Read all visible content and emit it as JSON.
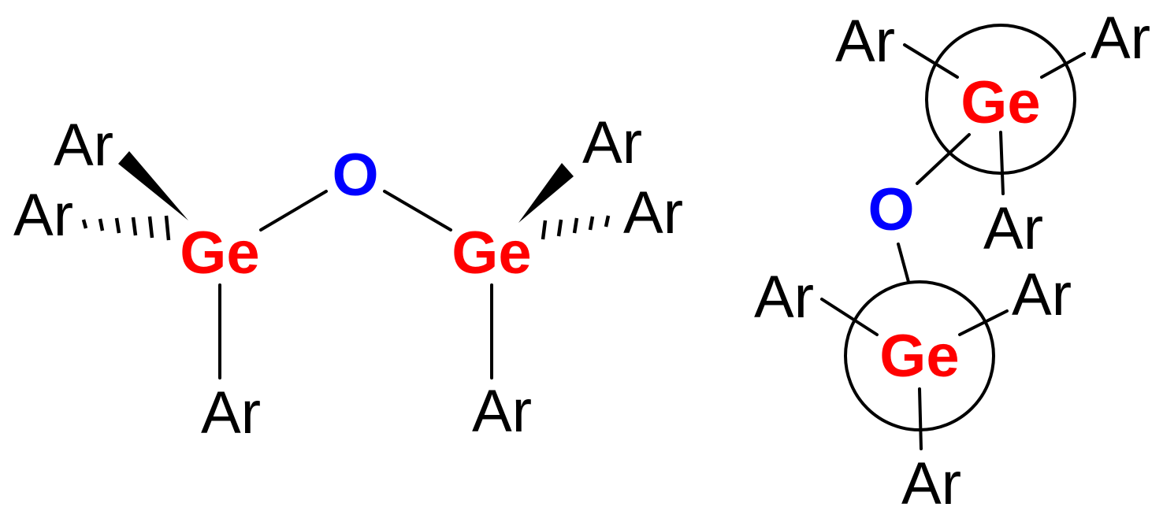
{
  "colors": {
    "germanium": "#ff0000",
    "oxygen": "#0000ff",
    "substituent": "#000000",
    "bond": "#000000"
  },
  "labels": {
    "germanium": "Ge",
    "oxygen": "O",
    "aryl": "Ar"
  }
}
